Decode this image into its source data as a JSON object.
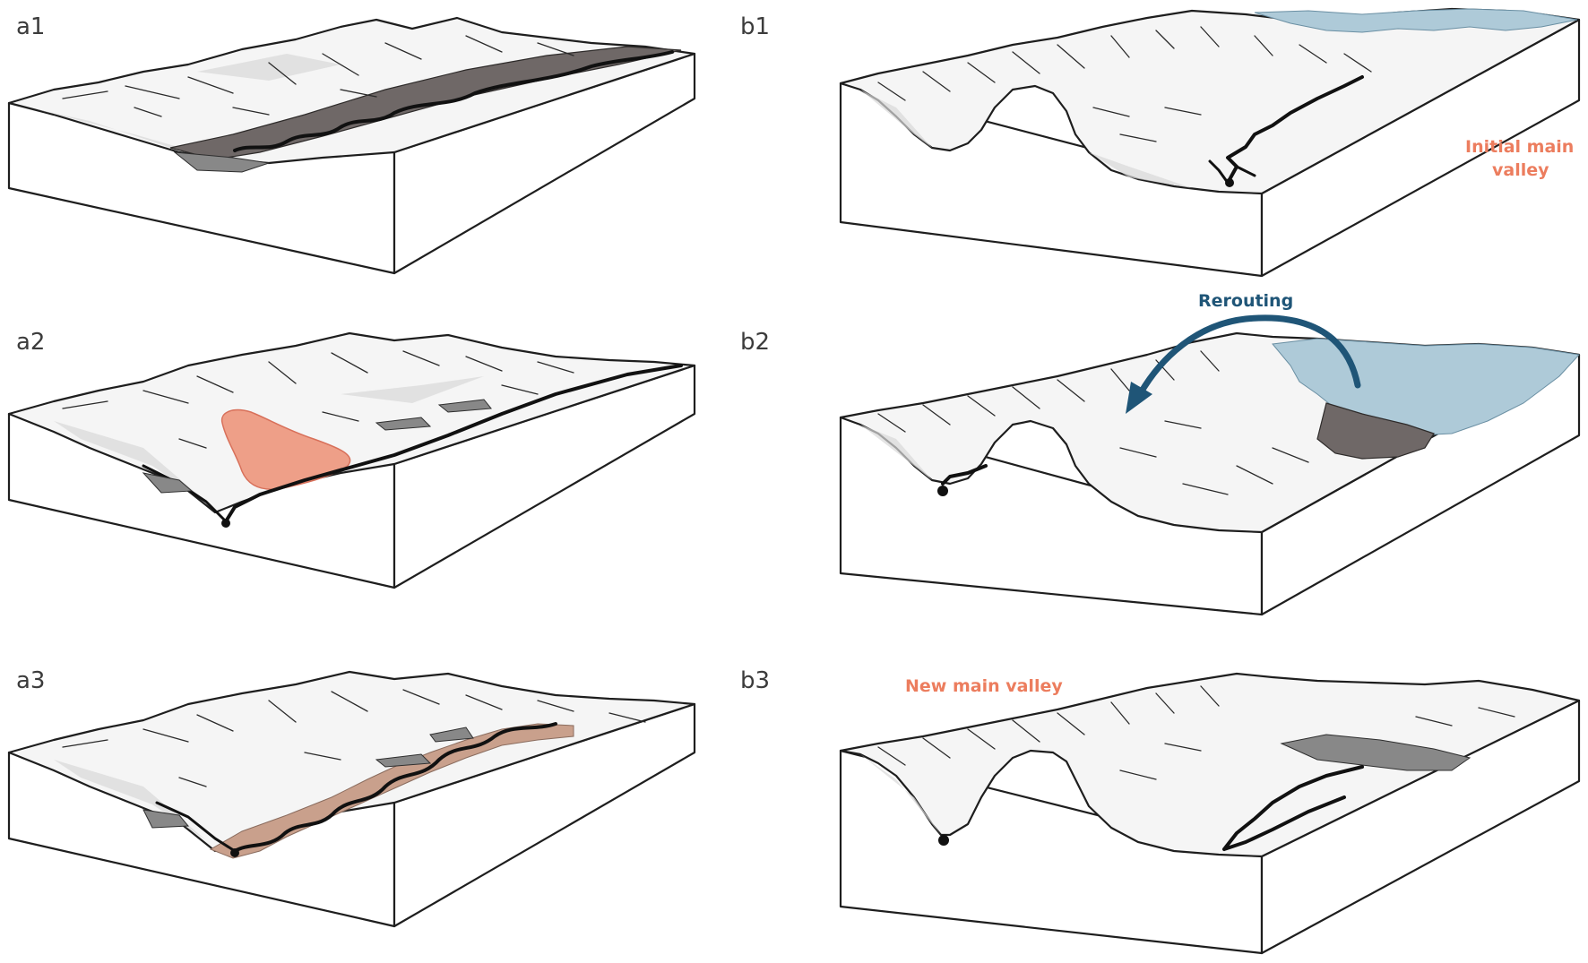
{
  "panels": {
    "a1": {
      "label": "a1"
    },
    "a2": {
      "label": "a2"
    },
    "a3": {
      "label": "a3"
    },
    "b1": {
      "label": "b1",
      "annotation_line1": "Initial main",
      "annotation_line2": "valley"
    },
    "b2": {
      "label": "b2",
      "annotation": "Rerouting"
    },
    "b3": {
      "label": "b3",
      "annotation": "New main valley"
    }
  },
  "colors": {
    "annotation_red": "#ec7d5e",
    "annotation_blue": "#1f5577",
    "lake": "#ee9f88",
    "floodplain": "#c9a08c",
    "glacier": "#aecad8",
    "dark_valley": "#6f6867"
  }
}
